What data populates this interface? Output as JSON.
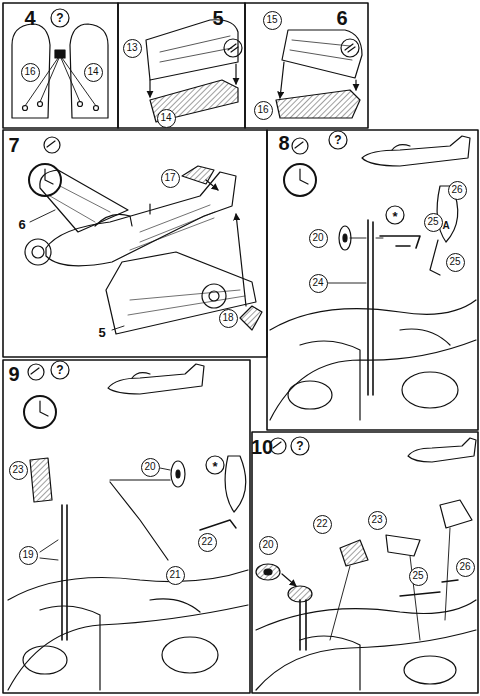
{
  "diagram": {
    "nodes": [
      {
        "text": [
          "16"
        ]
      },
      {
        "text": [
          "14"
        ]
      },
      {
        "text": [
          "13"
        ]
      },
      {
        "text": [
          "14"
        ]
      },
      {
        "text": [
          "15"
        ]
      },
      {
        "text": [
          "16"
        ]
      },
      {
        "text": [
          "17"
        ]
      },
      {
        "text": [
          "18"
        ]
      },
      {
        "text": [
          "26"
        ]
      },
      {
        "text": [
          "20"
        ]
      },
      {
        "text": [
          "25"
        ]
      },
      {
        "text": [
          "24"
        ]
      },
      {
        "text": [
          "25"
        ]
      },
      {
        "text": [
          "23"
        ]
      },
      {
        "text": [
          "20"
        ]
      },
      {
        "text": [
          "19"
        ]
      },
      {
        "text": [
          "22"
        ]
      },
      {
        "text": [
          "21"
        ]
      },
      {
        "text": [
          "20"
        ]
      },
      {
        "text": [
          "22"
        ]
      },
      {
        "text": [
          "23"
        ]
      },
      {
        "text": [
          "25"
        ]
      },
      {
        "text": [
          "26"
        ]
      }
    ],
    "labels": [
      "4",
      "?",
      "5",
      "6",
      "7",
      "6",
      "5",
      "8",
      "?",
      "*",
      "A",
      "9",
      "?",
      "*",
      "10",
      "?"
    ]
  }
}
